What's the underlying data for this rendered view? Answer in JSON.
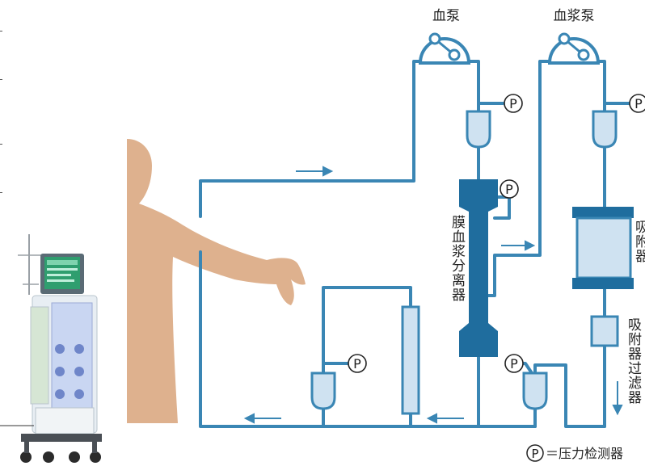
{
  "labels": {
    "blood_pump": "血泵",
    "plasma_pump": "血浆泵",
    "membrane_separator": "膜血浆分离器",
    "adsorber": "吸附器",
    "adsorber_filter": "吸附器过滤器",
    "pressure_symbol": "P",
    "legend_symbol": "P",
    "legend_text": "＝压力检测器"
  },
  "colors": {
    "tube": "#3a86b4",
    "component_fill": "#cfe2f1",
    "separator": "#1f6d9e",
    "skin": "#deb18e",
    "machine_body": "#e8eef3"
  }
}
